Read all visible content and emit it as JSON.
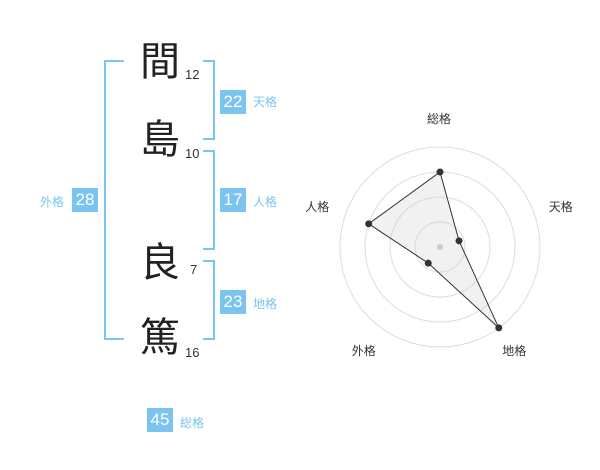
{
  "name": {
    "chars": [
      {
        "char": "間",
        "strokes": "12"
      },
      {
        "char": "島",
        "strokes": "10"
      },
      {
        "char": "良",
        "strokes": "7"
      },
      {
        "char": "篤",
        "strokes": "16"
      }
    ]
  },
  "kakusu": {
    "tenkaku": {
      "value": "22",
      "label": "天格"
    },
    "jinkaku": {
      "value": "17",
      "label": "人格"
    },
    "chikaku": {
      "value": "23",
      "label": "地格"
    },
    "gaikaku": {
      "value": "28",
      "label": "外格"
    },
    "soukaku": {
      "value": "45",
      "label": "総格"
    }
  },
  "colors": {
    "accent": "#7ac4ef",
    "text": "#333333",
    "grid": "#dddddd"
  },
  "chart_data": {
    "type": "radar",
    "axes": [
      "総格",
      "天格",
      "地格",
      "外格",
      "人格"
    ],
    "values": [
      0.75,
      0.2,
      1.0,
      0.2,
      0.75
    ],
    "range": [
      0,
      1
    ],
    "rings": 4
  }
}
